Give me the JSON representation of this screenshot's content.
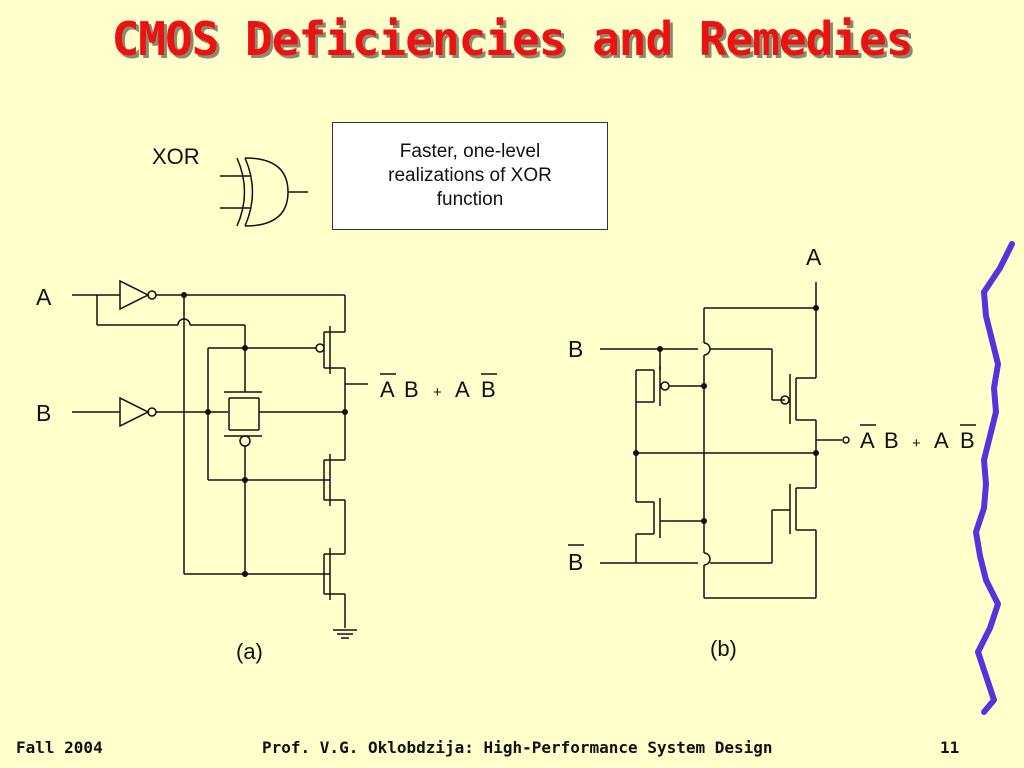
{
  "slide": {
    "title": "CMOS Deficiencies and Remedies",
    "note": "Faster, one-level realizations of XOR function"
  },
  "diagram": {
    "xor_label": "XOR",
    "circuit_a": {
      "input_a": "A",
      "input_b": "B",
      "output_left": "A",
      "output_mid": "B",
      "plus": "+",
      "output_right_a": "A",
      "output_right_b": "B",
      "caption": "(a)"
    },
    "circuit_b": {
      "input_a": "A",
      "input_b": "B",
      "input_b_bar": "B",
      "output_left": "A",
      "output_mid": "B",
      "plus": "+",
      "output_right_a": "A",
      "output_right_b": "B",
      "caption": "(b)"
    }
  },
  "footer": {
    "left": "Fall 2004",
    "center": "Prof. V.G. Oklobdzija: High-Performance System Design",
    "right": "11"
  },
  "colors": {
    "background": "#FFFFCC",
    "title": "#EE1111",
    "wave": "#5533DD"
  }
}
